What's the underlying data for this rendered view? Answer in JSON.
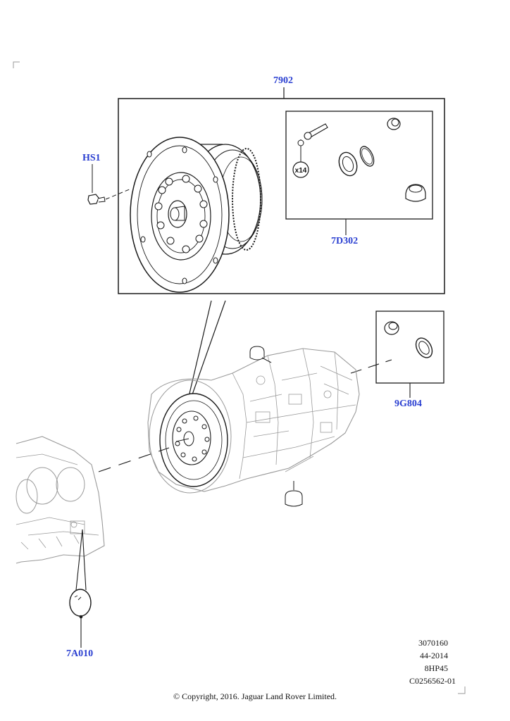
{
  "callouts": {
    "kit_main": "7902",
    "screw": "HS1",
    "kit_seals": "7D302",
    "kit_side": "9G804",
    "cover": "7A010"
  },
  "qty_badge": "x14",
  "drawing_info": {
    "number": "3070160",
    "date": "44-2014",
    "model": "8HP45",
    "code": "C0256562-01"
  },
  "copyright": "© Copyright, 2016. Jaguar Land Rover Limited.",
  "colors": {
    "callout": "#2a3fd1",
    "line": "#1a1a1a",
    "sketch": "#9a9a9a"
  }
}
